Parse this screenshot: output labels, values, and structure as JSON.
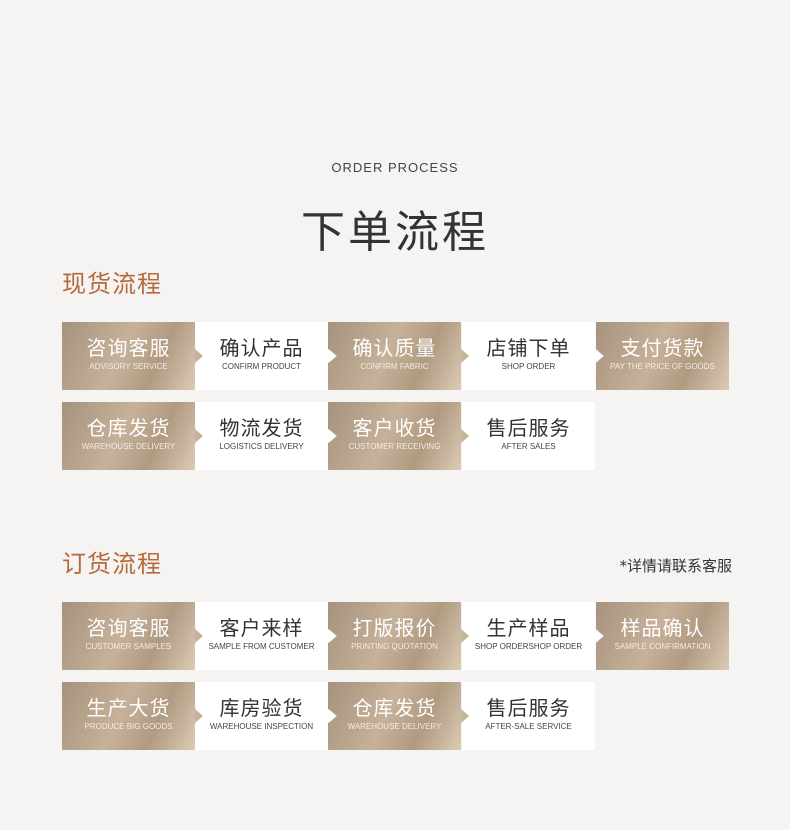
{
  "header": {
    "en": "ORDER PROCESS",
    "cn": "下单流程"
  },
  "spot": {
    "title": "现货流程",
    "row1": [
      {
        "cn": "咨询客服",
        "en": "ADVISORY SERVICE"
      },
      {
        "cn": "确认产品",
        "en": "CONFIRM PRODUCT"
      },
      {
        "cn": "确认质量",
        "en": "CONFIRM FABRIC"
      },
      {
        "cn": "店铺下单",
        "en": "SHOP ORDER"
      },
      {
        "cn": "支付货款",
        "en": "PAY THE PRICE OF GOODS"
      }
    ],
    "row2": [
      {
        "cn": "仓库发货",
        "en": "WAREHOUSE DELIVERY"
      },
      {
        "cn": "物流发货",
        "en": "LOGISTICS DELIVERY"
      },
      {
        "cn": "客户收货",
        "en": "CUSTOMER RECEIVING"
      },
      {
        "cn": "售后服务",
        "en": "AFTER SALES"
      }
    ]
  },
  "order": {
    "title": "订货流程",
    "note": "*详情请联系客服",
    "row1": [
      {
        "cn": "咨询客服",
        "en": "CUSTOMER SAMPLES"
      },
      {
        "cn": "客户来样",
        "en": "SAMPLE FROM CUSTOMER"
      },
      {
        "cn": "打版报价",
        "en": "PRINTING QUOTATION"
      },
      {
        "cn": "生产样品",
        "en": "SHOP ORDERSHOP ORDER"
      },
      {
        "cn": "样品确认",
        "en": "SAMPLE CONFIRMATION"
      }
    ],
    "row2": [
      {
        "cn": "生产大货",
        "en": "PRODUCE BIG GOODS"
      },
      {
        "cn": "库房验货",
        "en": "WAREHOUSE INSPECTION"
      },
      {
        "cn": "仓库发货",
        "en": "WAREHOUSE DELIVERY"
      },
      {
        "cn": "售后服务",
        "en": "AFTER-SALE SERVICE"
      }
    ]
  }
}
